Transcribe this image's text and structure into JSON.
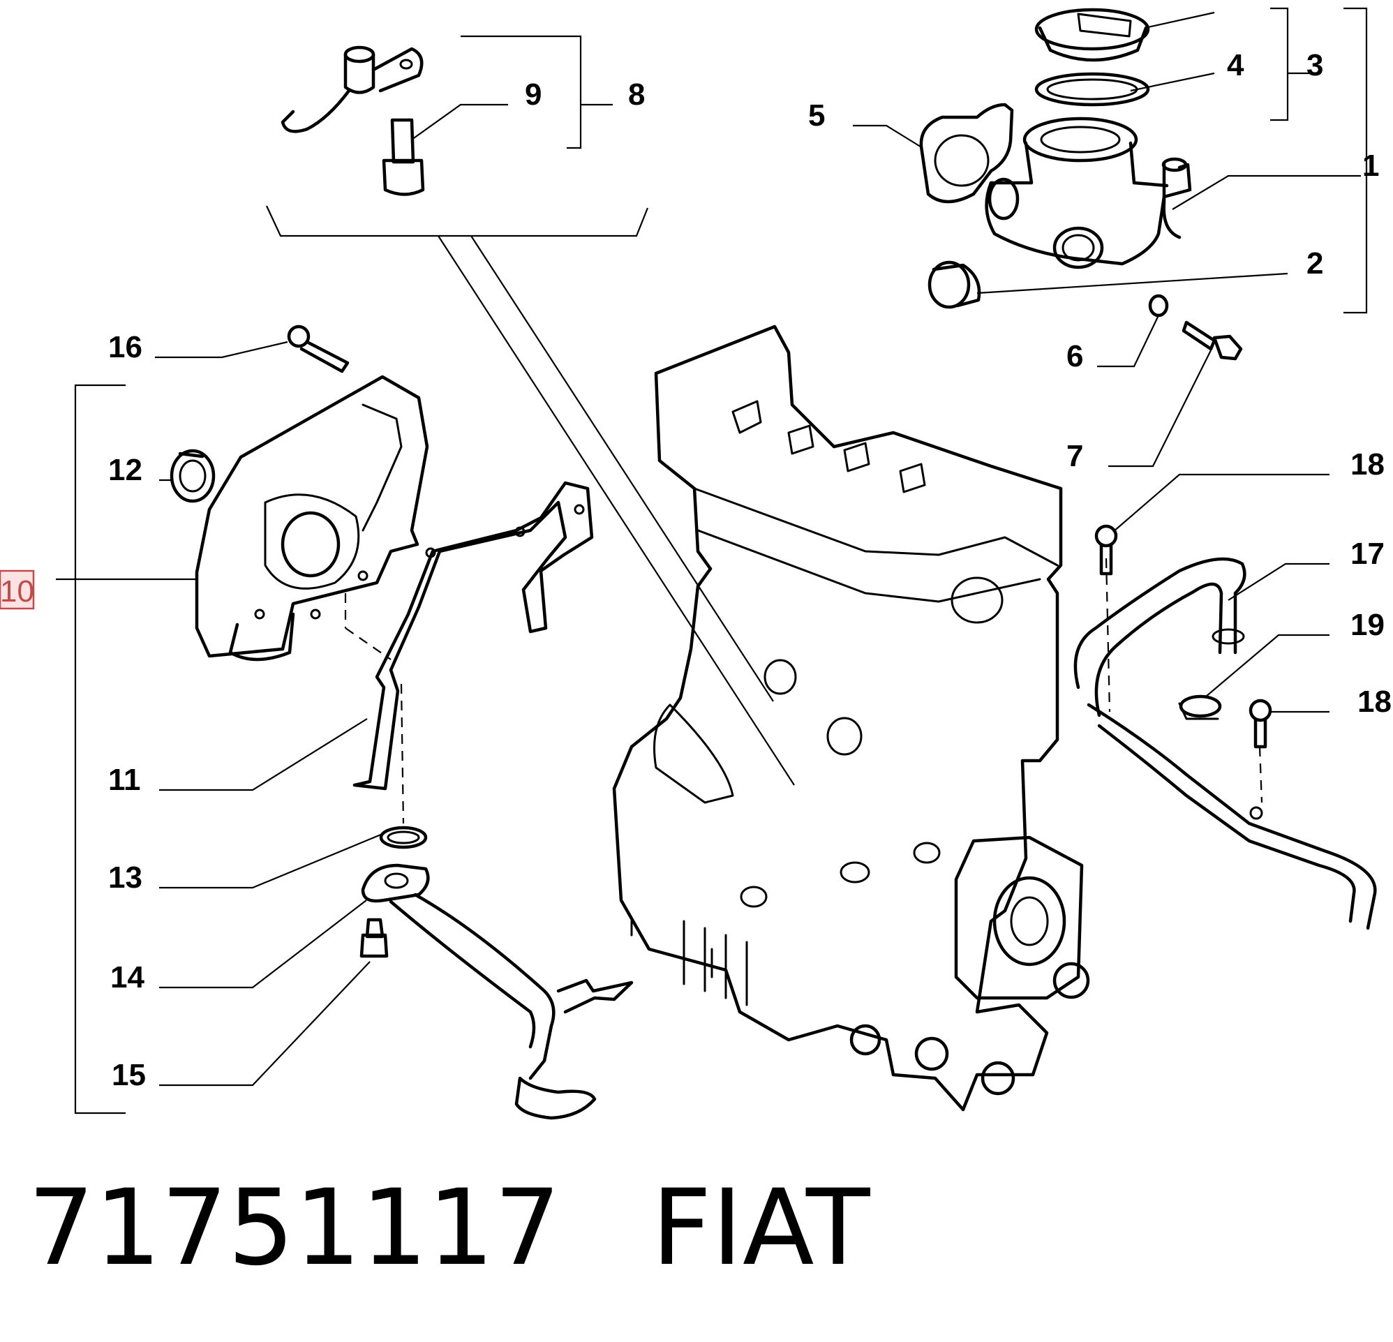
{
  "callouts": {
    "c1": "1",
    "c2": "2",
    "c3": "3",
    "c4": "4",
    "c5": "5",
    "c6": "6",
    "c7": "7",
    "c8": "8",
    "c9": "9",
    "c10": "10",
    "c11": "11",
    "c12": "12",
    "c13": "13",
    "c14": "14",
    "c15": "15",
    "c16": "16",
    "c17": "17",
    "c18a": "18",
    "c18b": "18",
    "c19": "19"
  },
  "footer": {
    "part_number": "71751117",
    "brand": "FIAT"
  },
  "colors": {
    "line": "#000000",
    "highlight_fill": "#fbe3e3",
    "highlight_stroke": "#c44a4a"
  }
}
